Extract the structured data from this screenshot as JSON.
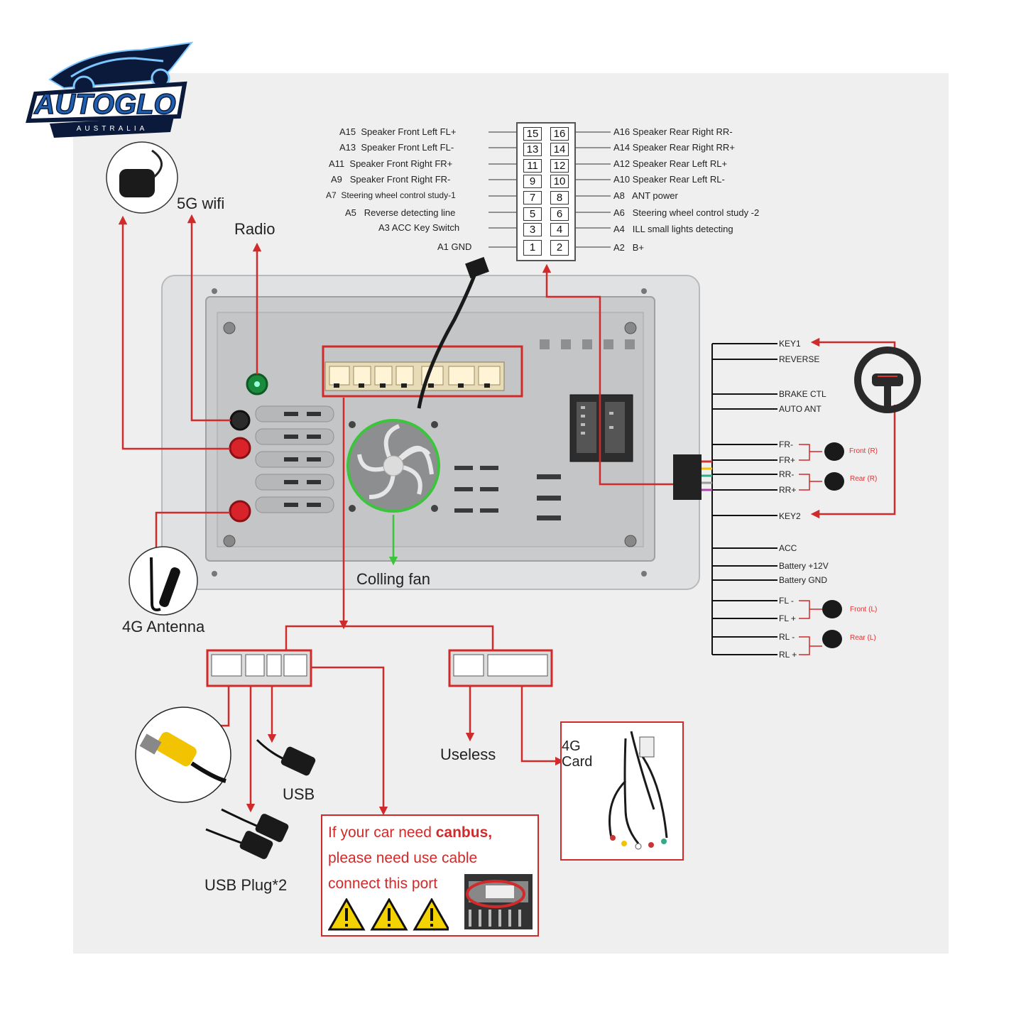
{
  "brand": {
    "name": "AUTOGLO",
    "sub": "AUSTRALIA",
    "colors": {
      "primary": "#1f5fb0",
      "dark": "#0b1a3a",
      "light": "#7cc6ff"
    }
  },
  "connector_pins": {
    "left": [
      {
        "code": "A15",
        "label": "Speaker Front Left FL+",
        "num": "15"
      },
      {
        "code": "A13",
        "label": "Speaker Front Left FL-",
        "num": "13"
      },
      {
        "code": "A11",
        "label": "Speaker Front Right FR+",
        "num": "11"
      },
      {
        "code": "A9",
        "label": "Speaker Front Right FR-",
        "num": "9"
      },
      {
        "code": "A7",
        "label": "Steering wheel control study-1",
        "num": "7"
      },
      {
        "code": "A5",
        "label": "Reverse detecting line",
        "num": "5"
      },
      {
        "code": "",
        "label": "A3 ACC Key Switch",
        "num": "3"
      },
      {
        "code": "",
        "label": "A1 GND",
        "num": "1"
      }
    ],
    "right": [
      {
        "code": "A16",
        "label": "Speaker Rear Right RR-",
        "num": "16"
      },
      {
        "code": "A14",
        "label": "Speaker Rear Right RR+",
        "num": "14"
      },
      {
        "code": "A12",
        "label": "Speaker Rear Left RL+",
        "num": "12"
      },
      {
        "code": "A10",
        "label": "Speaker Rear Left RL-",
        "num": "10"
      },
      {
        "code": "A8",
        "label": "ANT power",
        "num": "8"
      },
      {
        "code": "A6",
        "label": "Steering wheel control study -2",
        "num": "6"
      },
      {
        "code": "A4",
        "label": "ILL small lights detecting",
        "num": "4"
      },
      {
        "code": "A2",
        "label": "B+",
        "num": "2"
      }
    ]
  },
  "labels": {
    "wifi": "5G wifi",
    "radio": "Radio",
    "antenna4g": "4G Antenna",
    "fan": "Colling fan",
    "usb": "USB",
    "usb_plug": "USB Plug*2",
    "useless": "Useless",
    "card4g_line1": "4G",
    "card4g_line2": "Card"
  },
  "harness": {
    "top": [
      "KEY1",
      "REVERSE",
      "BRAKE CTL",
      "AUTO ANT",
      "FR-",
      "FR+",
      "RR-",
      "RR+",
      "KEY2"
    ],
    "bottom": [
      "ACC",
      "Battery +12V",
      "Battery GND",
      "FL -",
      "FL +",
      "RL -",
      "RL +"
    ],
    "speakers": [
      "Front (R)",
      "Rear (R)",
      "Front (L)",
      "Rear (L)"
    ]
  },
  "canbus": {
    "line1_pre": "If your car need ",
    "line1_bold": "canbus,",
    "line2": "please need use cable",
    "line3": "connect this port"
  },
  "colors": {
    "wire_red": "#d12a2a",
    "fan_green": "#3cc43c",
    "radio_green": "#1a8a3c",
    "unit_grey": "#c9cbcc"
  }
}
